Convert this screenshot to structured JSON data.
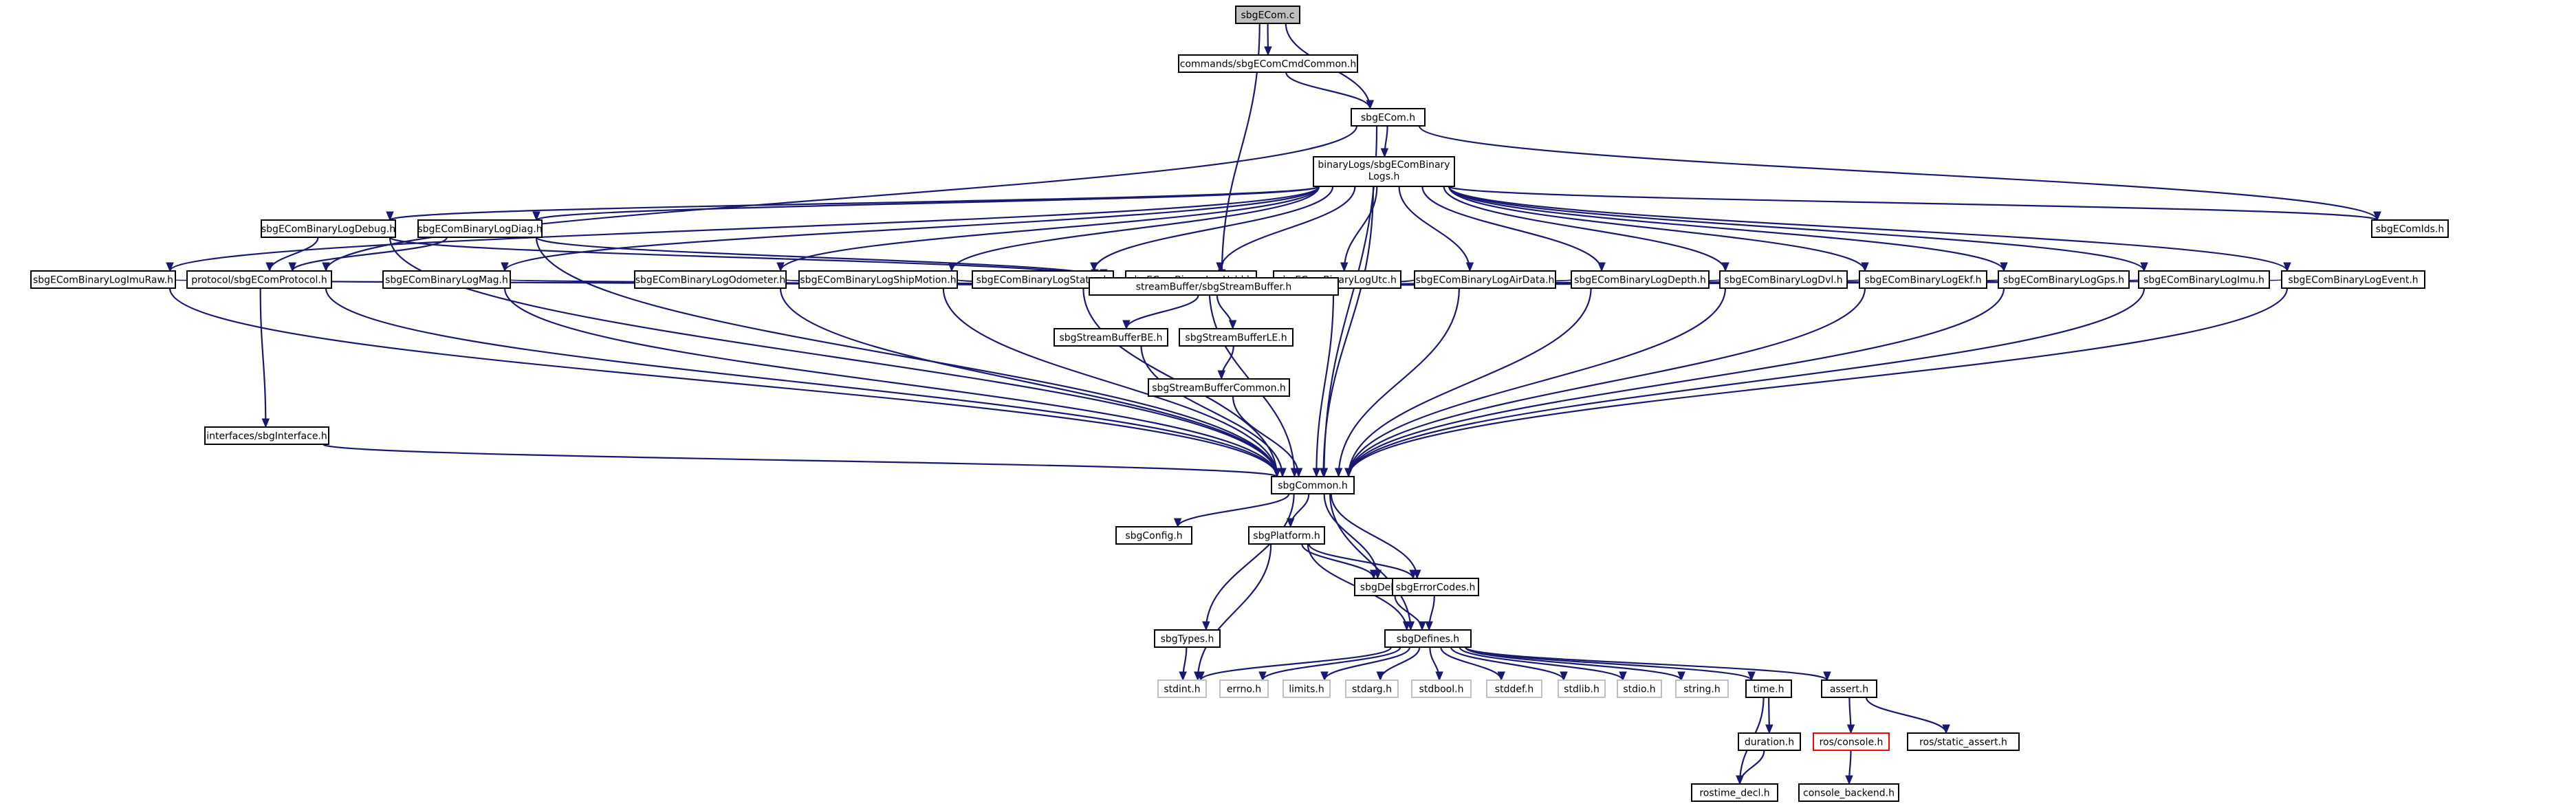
{
  "graph": {
    "colors": {
      "edge": "#191970",
      "root_fill": "#bfbfbf",
      "node_border": "#000000",
      "external_border": "#bfbfbf",
      "missing_border": "#ff0000"
    },
    "nodes": [
      {
        "id": "root",
        "label": "sbgECom.c",
        "kind": "root"
      },
      {
        "id": "cmdcommon",
        "label": "commands/sbgEComCmdCommon.h"
      },
      {
        "id": "ecomh",
        "label": "sbgECom.h"
      },
      {
        "id": "binlogs",
        "label": "binaryLogs/sbgEComBinary\nLogs.h"
      },
      {
        "id": "debug",
        "label": "sbgEComBinaryLogDebug.h"
      },
      {
        "id": "diag",
        "label": "sbgEComBinaryLogDiag.h"
      },
      {
        "id": "ecomids",
        "label": "sbgEComIds.h"
      },
      {
        "id": "imuraw",
        "label": "sbgEComBinaryLogImuRaw.h"
      },
      {
        "id": "protocol",
        "label": "protocol/sbgEComProtocol.h"
      },
      {
        "id": "mag",
        "label": "sbgEComBinaryLogMag.h"
      },
      {
        "id": "odometer",
        "label": "sbgEComBinaryLogOdometer.h"
      },
      {
        "id": "shipmotion",
        "label": "sbgEComBinaryLogShipMotion.h"
      },
      {
        "id": "status",
        "label": "sbgEComBinaryLogStatus.h"
      },
      {
        "id": "usbl",
        "label": "sbgEComBinaryLogUsbl.h"
      },
      {
        "id": "utc",
        "label": "sbgEComBinaryLogUtc.h"
      },
      {
        "id": "airdata",
        "label": "sbgEComBinaryLogAirData.h"
      },
      {
        "id": "depth",
        "label": "sbgEComBinaryLogDepth.h"
      },
      {
        "id": "dvl",
        "label": "sbgEComBinaryLogDvl.h"
      },
      {
        "id": "ekf",
        "label": "sbgEComBinaryLogEkf.h"
      },
      {
        "id": "gps",
        "label": "sbgEComBinaryLogGps.h"
      },
      {
        "id": "imu",
        "label": "sbgEComBinaryLogImu.h"
      },
      {
        "id": "event",
        "label": "sbgEComBinaryLogEvent.h"
      },
      {
        "id": "streambuf",
        "label": "streamBuffer/sbgStreamBuffer.h"
      },
      {
        "id": "sbbe",
        "label": "sbgStreamBufferBE.h"
      },
      {
        "id": "sble",
        "label": "sbgStreamBufferLE.h"
      },
      {
        "id": "sbcommon",
        "label": "sbgStreamBufferCommon.h"
      },
      {
        "id": "iface",
        "label": "interfaces/sbgInterface.h"
      },
      {
        "id": "sbgcommon",
        "label": "sbgCommon.h"
      },
      {
        "id": "config",
        "label": "sbgConfig.h"
      },
      {
        "id": "platform",
        "label": "sbgPlatform.h"
      },
      {
        "id": "sbgdebug",
        "label": "sbgDebug.h"
      },
      {
        "id": "errcodes",
        "label": "sbgErrorCodes.h"
      },
      {
        "id": "types",
        "label": "sbgTypes.h"
      },
      {
        "id": "defines",
        "label": "sbgDefines.h"
      },
      {
        "id": "stdint",
        "label": "stdint.h",
        "kind": "ext"
      },
      {
        "id": "errno",
        "label": "errno.h",
        "kind": "ext"
      },
      {
        "id": "limits",
        "label": "limits.h",
        "kind": "ext"
      },
      {
        "id": "stdarg",
        "label": "stdarg.h",
        "kind": "ext"
      },
      {
        "id": "stdbool",
        "label": "stdbool.h",
        "kind": "ext"
      },
      {
        "id": "stddef",
        "label": "stddef.h",
        "kind": "ext"
      },
      {
        "id": "stdlib",
        "label": "stdlib.h",
        "kind": "ext"
      },
      {
        "id": "stdio",
        "label": "stdio.h",
        "kind": "ext"
      },
      {
        "id": "string",
        "label": "string.h",
        "kind": "ext"
      },
      {
        "id": "time",
        "label": "time.h"
      },
      {
        "id": "assert",
        "label": "assert.h"
      },
      {
        "id": "duration",
        "label": "duration.h"
      },
      {
        "id": "rosconsole",
        "label": "ros/console.h",
        "kind": "missing"
      },
      {
        "id": "rosassert",
        "label": "ros/static_assert.h"
      },
      {
        "id": "rostime",
        "label": "rostime_decl.h"
      },
      {
        "id": "consolebackend",
        "label": "console_backend.h"
      }
    ],
    "edges": [
      [
        "root",
        "cmdcommon"
      ],
      [
        "root",
        "ecomh"
      ],
      [
        "root",
        "streambuf"
      ],
      [
        "cmdcommon",
        "ecomh"
      ],
      [
        "ecomh",
        "binlogs"
      ],
      [
        "ecomh",
        "ecomids"
      ],
      [
        "ecomh",
        "protocol"
      ],
      [
        "ecomh",
        "sbgcommon"
      ],
      [
        "binlogs",
        "debug"
      ],
      [
        "binlogs",
        "diag"
      ],
      [
        "binlogs",
        "imuraw"
      ],
      [
        "binlogs",
        "mag"
      ],
      [
        "binlogs",
        "odometer"
      ],
      [
        "binlogs",
        "shipmotion"
      ],
      [
        "binlogs",
        "status"
      ],
      [
        "binlogs",
        "usbl"
      ],
      [
        "binlogs",
        "utc"
      ],
      [
        "binlogs",
        "airdata"
      ],
      [
        "binlogs",
        "depth"
      ],
      [
        "binlogs",
        "dvl"
      ],
      [
        "binlogs",
        "ekf"
      ],
      [
        "binlogs",
        "gps"
      ],
      [
        "binlogs",
        "imu"
      ],
      [
        "binlogs",
        "event"
      ],
      [
        "binlogs",
        "ecomids"
      ],
      [
        "binlogs",
        "sbgcommon"
      ],
      [
        "debug",
        "protocol"
      ],
      [
        "debug",
        "streambuf"
      ],
      [
        "debug",
        "sbgcommon"
      ],
      [
        "diag",
        "protocol"
      ],
      [
        "diag",
        "streambuf"
      ],
      [
        "diag",
        "sbgcommon"
      ],
      [
        "imuraw",
        "streambuf"
      ],
      [
        "imuraw",
        "sbgcommon"
      ],
      [
        "protocol",
        "iface"
      ],
      [
        "protocol",
        "sbgcommon"
      ],
      [
        "mag",
        "streambuf"
      ],
      [
        "mag",
        "sbgcommon"
      ],
      [
        "odometer",
        "streambuf"
      ],
      [
        "odometer",
        "sbgcommon"
      ],
      [
        "shipmotion",
        "streambuf"
      ],
      [
        "shipmotion",
        "sbgcommon"
      ],
      [
        "status",
        "streambuf"
      ],
      [
        "status",
        "sbgcommon"
      ],
      [
        "usbl",
        "streambuf"
      ],
      [
        "usbl",
        "sbgcommon"
      ],
      [
        "utc",
        "streambuf"
      ],
      [
        "utc",
        "sbgcommon"
      ],
      [
        "airdata",
        "streambuf"
      ],
      [
        "airdata",
        "sbgcommon"
      ],
      [
        "depth",
        "streambuf"
      ],
      [
        "depth",
        "sbgcommon"
      ],
      [
        "dvl",
        "streambuf"
      ],
      [
        "dvl",
        "sbgcommon"
      ],
      [
        "ekf",
        "streambuf"
      ],
      [
        "ekf",
        "sbgcommon"
      ],
      [
        "gps",
        "streambuf"
      ],
      [
        "gps",
        "sbgcommon"
      ],
      [
        "imu",
        "streambuf"
      ],
      [
        "imu",
        "sbgcommon"
      ],
      [
        "event",
        "streambuf"
      ],
      [
        "event",
        "sbgcommon"
      ],
      [
        "streambuf",
        "sbbe"
      ],
      [
        "streambuf",
        "sble"
      ],
      [
        "sbbe",
        "sbgcommon"
      ],
      [
        "sble",
        "sbcommon"
      ],
      [
        "sbcommon",
        "sbgcommon"
      ],
      [
        "iface",
        "sbgcommon"
      ],
      [
        "sbgcommon",
        "config"
      ],
      [
        "sbgcommon",
        "platform"
      ],
      [
        "sbgcommon",
        "sbgdebug"
      ],
      [
        "sbgcommon",
        "errcodes"
      ],
      [
        "sbgcommon",
        "types"
      ],
      [
        "sbgcommon",
        "defines"
      ],
      [
        "platform",
        "sbgdebug"
      ],
      [
        "platform",
        "errcodes"
      ],
      [
        "platform",
        "defines"
      ],
      [
        "platform",
        "stdint"
      ],
      [
        "sbgdebug",
        "defines"
      ],
      [
        "errcodes",
        "defines"
      ],
      [
        "types",
        "stdint"
      ],
      [
        "defines",
        "stdint"
      ],
      [
        "defines",
        "errno"
      ],
      [
        "defines",
        "limits"
      ],
      [
        "defines",
        "stdarg"
      ],
      [
        "defines",
        "stdbool"
      ],
      [
        "defines",
        "stddef"
      ],
      [
        "defines",
        "stdlib"
      ],
      [
        "defines",
        "stdio"
      ],
      [
        "defines",
        "string"
      ],
      [
        "defines",
        "time"
      ],
      [
        "defines",
        "assert"
      ],
      [
        "time",
        "duration"
      ],
      [
        "time",
        "rostime"
      ],
      [
        "duration",
        "rostime"
      ],
      [
        "assert",
        "rosconsole"
      ],
      [
        "assert",
        "rosassert"
      ],
      [
        "rosconsole",
        "consolebackend"
      ]
    ]
  }
}
